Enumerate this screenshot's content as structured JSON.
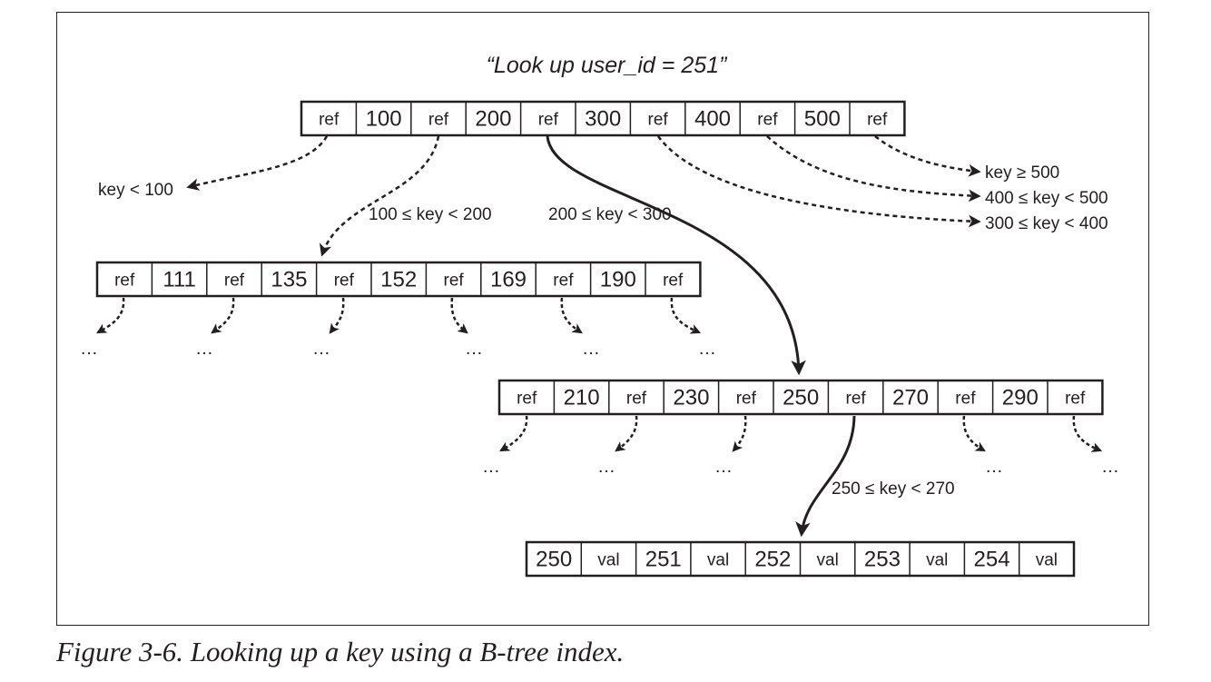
{
  "query": "“Look up user_id = 251”",
  "caption": "Figure 3-6. Looking up a key using a B-tree index.",
  "colors": {
    "ink": "#231f20",
    "frame": "#231f20",
    "background": "#ffffff"
  },
  "pages": {
    "root": [
      "ref",
      "100",
      "ref",
      "200",
      "ref",
      "300",
      "ref",
      "400",
      "ref",
      "500",
      "ref"
    ],
    "level2_left": [
      "ref",
      "111",
      "ref",
      "135",
      "ref",
      "152",
      "ref",
      "169",
      "ref",
      "190",
      "ref"
    ],
    "level2_right": [
      "ref",
      "210",
      "ref",
      "230",
      "ref",
      "250",
      "ref",
      "270",
      "ref",
      "290",
      "ref"
    ],
    "leaf": [
      "250",
      "val",
      "251",
      "val",
      "252",
      "val",
      "253",
      "val",
      "254",
      "val"
    ]
  },
  "ranges": {
    "lt100": "key < 100",
    "r100_200": "100 ≤ key < 200",
    "r200_300": "200 ≤ key < 300",
    "r300_400": "300 ≤ key < 400",
    "r400_500": "400 ≤ key < 500",
    "ge500": "key ≥ 500",
    "r250_270": "250 ≤ key < 270"
  },
  "ellipsis": "…"
}
